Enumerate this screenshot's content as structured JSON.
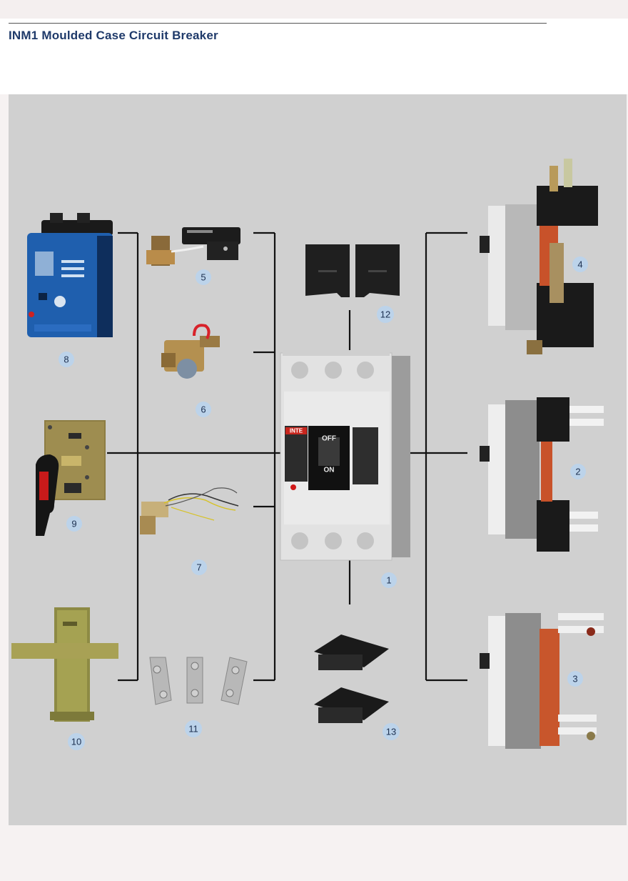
{
  "page": {
    "title": "INM1 Moulded Case Circuit Breaker"
  },
  "breaker": {
    "brand": "INTE",
    "off_label": "OFF",
    "on_label": "ON"
  },
  "callouts": [
    {
      "id": "c1",
      "label": "1"
    },
    {
      "id": "c2",
      "label": "2"
    },
    {
      "id": "c3",
      "label": "3"
    },
    {
      "id": "c4",
      "label": "4"
    },
    {
      "id": "c5",
      "label": "5"
    },
    {
      "id": "c6",
      "label": "6"
    },
    {
      "id": "c7",
      "label": "7"
    },
    {
      "id": "c8",
      "label": "8"
    },
    {
      "id": "c9",
      "label": "9"
    },
    {
      "id": "c10",
      "label": "10"
    },
    {
      "id": "c11",
      "label": "11"
    },
    {
      "id": "c12",
      "label": "12"
    },
    {
      "id": "c13",
      "label": "13"
    }
  ],
  "colors": {
    "title": "#1f3a6a",
    "panel": "#d0d0d0",
    "bubble": "#bcd3ea",
    "motor_operator": "#1f5fae",
    "handle_red": "#c81a1a"
  }
}
